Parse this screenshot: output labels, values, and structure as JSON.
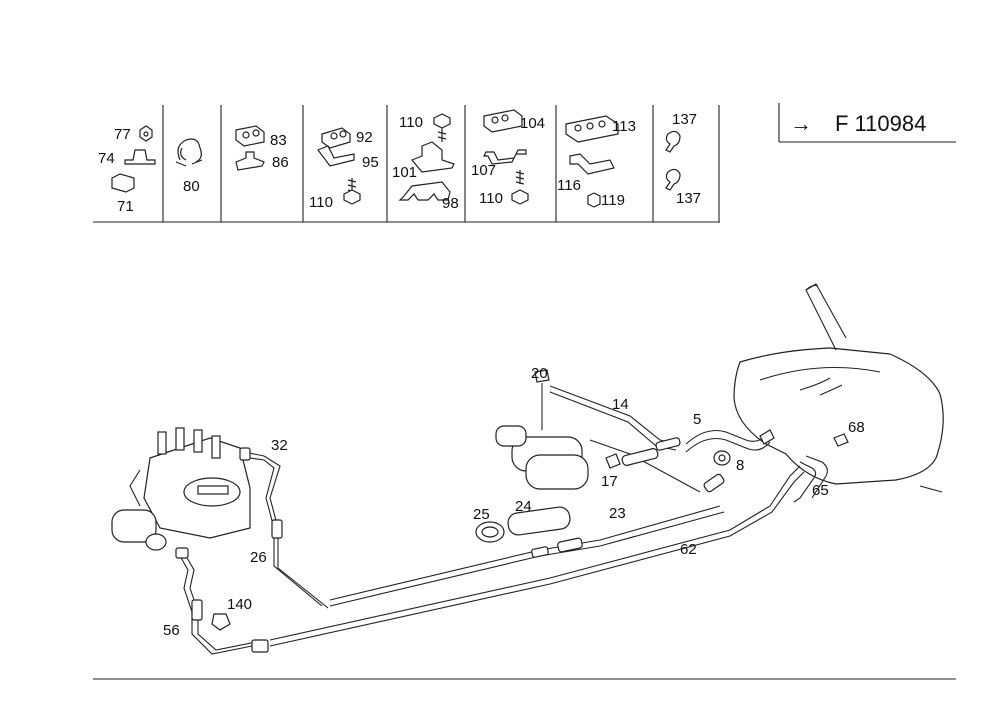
{
  "ref_arrow": "→",
  "ref_code": "F 110984",
  "labels": {
    "l77": "77",
    "l74": "74",
    "l71": "71",
    "l80": "80",
    "l83": "83",
    "l86": "86",
    "l92": "92",
    "l95": "95",
    "l110a": "110",
    "l110b": "110",
    "l101": "101",
    "l98": "98",
    "l104": "104",
    "l107": "107",
    "l110c": "110",
    "l113": "113",
    "l116": "116",
    "l119": "119",
    "l137a": "137",
    "l137b": "137",
    "l20": "20",
    "l14": "14",
    "l5": "5",
    "l8": "8",
    "l17": "17",
    "l68": "68",
    "l65": "65",
    "l32": "32",
    "l26": "26",
    "l25": "25",
    "l24": "24",
    "l23": "23",
    "l62": "62",
    "l140": "140",
    "l56": "56"
  }
}
